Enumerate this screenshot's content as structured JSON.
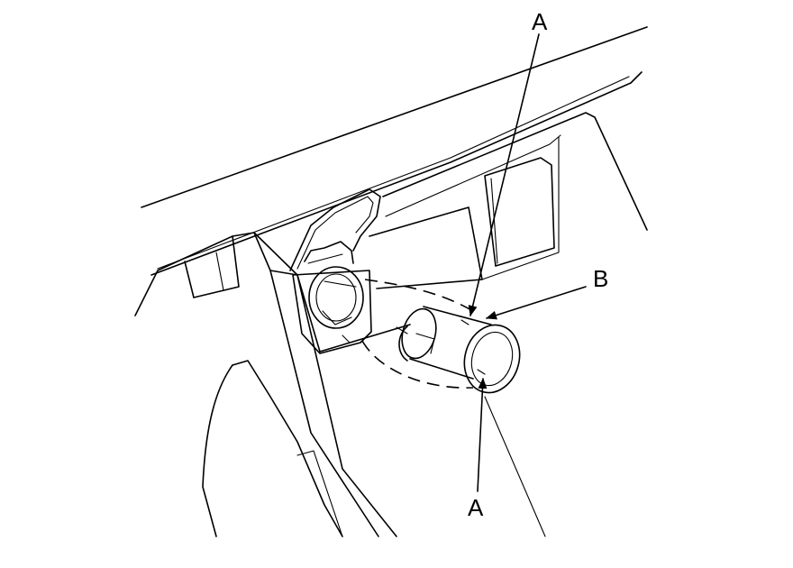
{
  "labels": {
    "a_top": "A",
    "b": "B",
    "a_bottom": "A"
  }
}
